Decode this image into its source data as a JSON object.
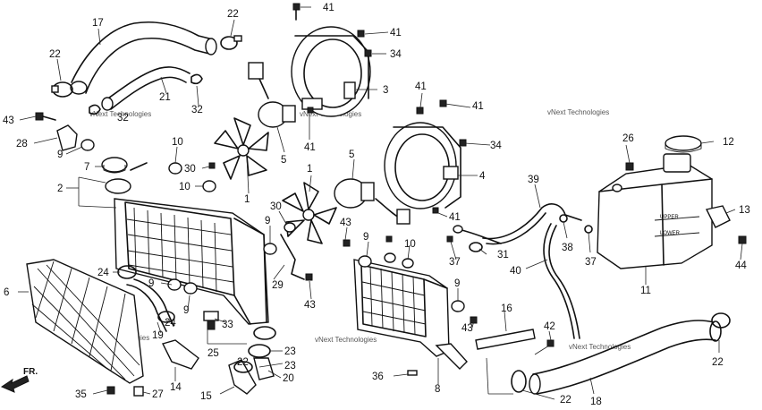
{
  "watermark": "vNext Technologies",
  "direction_label": "FR.",
  "tank_upper_mark": "UPPER",
  "tank_lower_mark": "LOWER",
  "callouts": {
    "c17": "17",
    "c22a": "22",
    "c41a": "41",
    "c41b": "41",
    "c34a": "34",
    "c22b": "22",
    "c21": "21",
    "c32a": "32",
    "c32b": "32",
    "c43a": "43",
    "c3": "3",
    "c41c": "41",
    "c41d": "41",
    "c41e": "41",
    "c28": "28",
    "c9a": "9",
    "c10a": "10",
    "c30a": "30",
    "c5a": "5",
    "c34b": "34",
    "c26": "26",
    "c12": "12",
    "c7": "7",
    "c2": "2",
    "c10b": "10",
    "c1a": "1",
    "c1b": "1",
    "c5b": "5",
    "c4": "4",
    "c39": "39",
    "c13": "13",
    "c30b": "30",
    "c9b": "9",
    "c43b": "43",
    "c41f": "41",
    "c10c": "10",
    "c9c": "9",
    "c38": "38",
    "c37a": "37",
    "c37b": "37",
    "c44": "44",
    "c31": "31",
    "c6": "6",
    "c24a": "24",
    "c9d": "9",
    "c29": "29",
    "c43c": "43",
    "c40": "40",
    "c11": "11",
    "c24b": "24",
    "c9e": "9",
    "c33": "33",
    "c19": "19",
    "c16": "16",
    "c9f": "9",
    "c43d": "43",
    "c42": "42",
    "c25": "25",
    "c23a": "23",
    "c23b": "23",
    "c22c": "22",
    "c20": "20",
    "c36": "36",
    "c8": "8",
    "c22d": "22",
    "c35": "35",
    "c27": "27",
    "c14": "14",
    "c15": "15",
    "c18": "18"
  }
}
